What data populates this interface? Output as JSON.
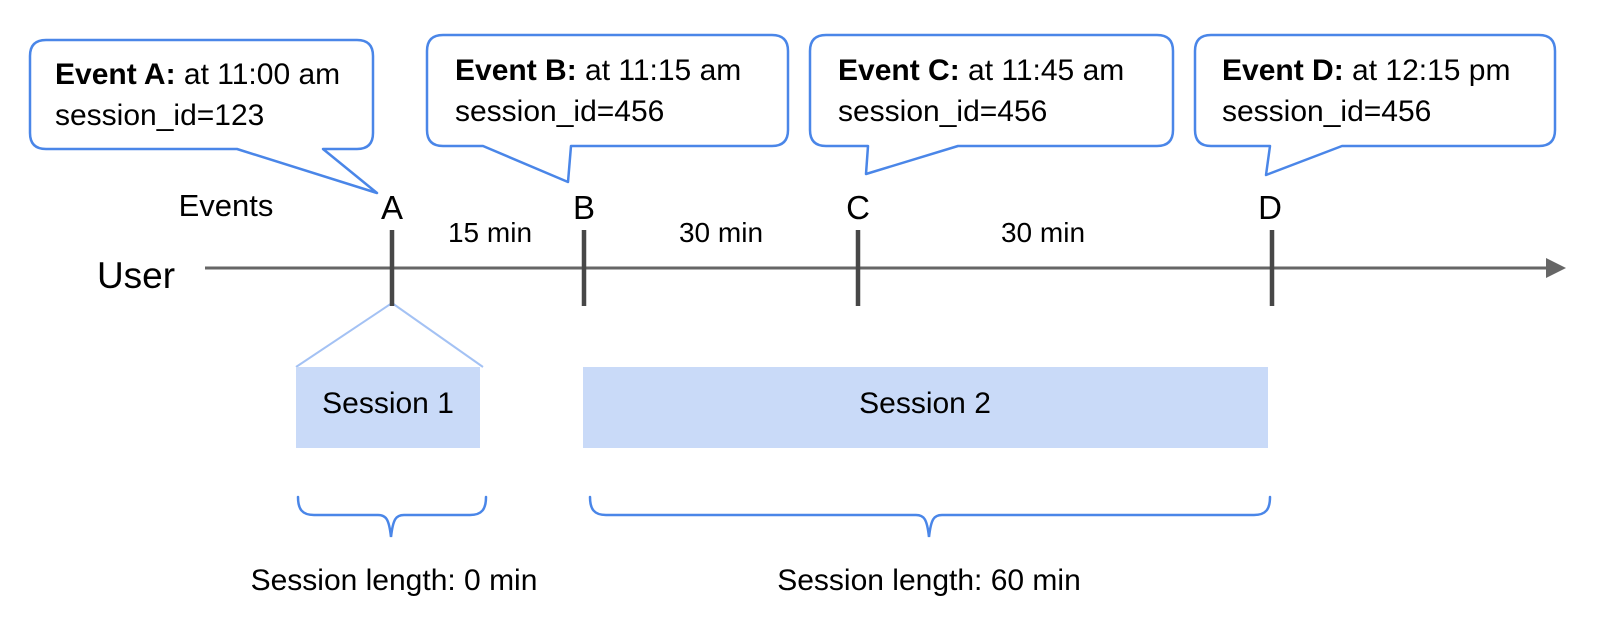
{
  "colors": {
    "accent-blue": "#4a86e8",
    "light-blue": "#a4c2f4",
    "session-fill": "#c9daf8",
    "line-gray": "#666666",
    "tick-gray": "#474747",
    "text-black": "#000000"
  },
  "timeline": {
    "events_label": "Events",
    "user_label": "User",
    "event_markers": [
      "A",
      "B",
      "C",
      "D"
    ],
    "intervals": [
      "15 min",
      "30 min",
      "30 min"
    ]
  },
  "callouts": [
    {
      "title": "Event A:",
      "time": "at 11:00 am",
      "session": "session_id=123"
    },
    {
      "title": "Event B:",
      "time": "at 11:15 am",
      "session": "session_id=456"
    },
    {
      "title": "Event C:",
      "time": "at 11:45 am",
      "session": "session_id=456"
    },
    {
      "title": "Event D:",
      "time": "at 12:15 pm",
      "session": "session_id=456"
    }
  ],
  "sessions": [
    {
      "label": "Session 1",
      "length_label": "Session length: 0 min"
    },
    {
      "label": "Session 2",
      "length_label": "Session length: 60 min"
    }
  ]
}
